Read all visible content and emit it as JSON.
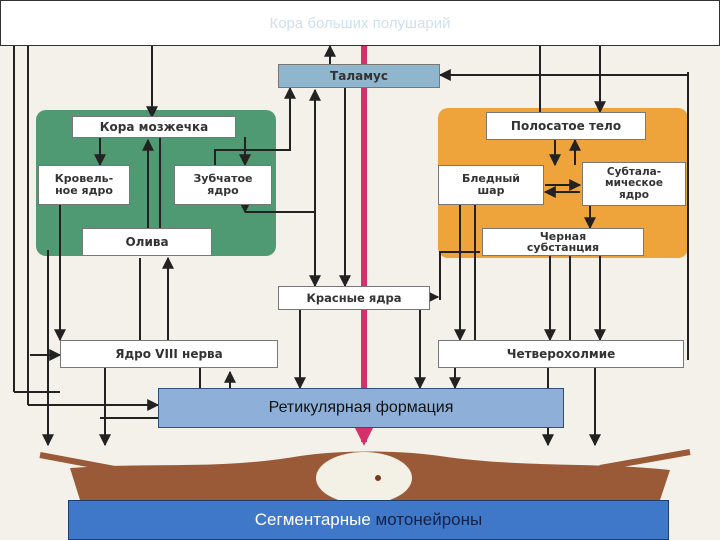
{
  "header": {
    "title": "Кора больших полушарий"
  },
  "nodes": {
    "thalamus": "Таламус",
    "cerebellar_cortex": "Кора мозжечка",
    "roof_nucleus": "Кровель-\nное ядро",
    "dentate_nucleus": "Зубчатое\nядро",
    "olive": "Олива",
    "striatum": "Полосатое тело",
    "globus_pallidus": "Бледный\nшар",
    "subthalamic_nucleus": "Субтала-\nмическое\nядро",
    "substantia_nigra": "Черная\nсубстанция",
    "red_nuclei": "Красные ядра",
    "nucleus_viii": "Ядро VIII нерва",
    "quadrigemina": "Четверохолмие"
  },
  "reticular": {
    "label": "Ретикулярная формация"
  },
  "footer": {
    "part1": "Сегментарные ",
    "part2": "мотонейроны"
  },
  "colors": {
    "cerebellum_zone": "#4f9a72",
    "basal_ganglia_zone": "#efa43b",
    "thalamus_box": "#8fb6cc",
    "main_tract": "#d6306a",
    "reticular_fill": "#8eb0d8",
    "segmental_fill": "#3f78c8"
  }
}
